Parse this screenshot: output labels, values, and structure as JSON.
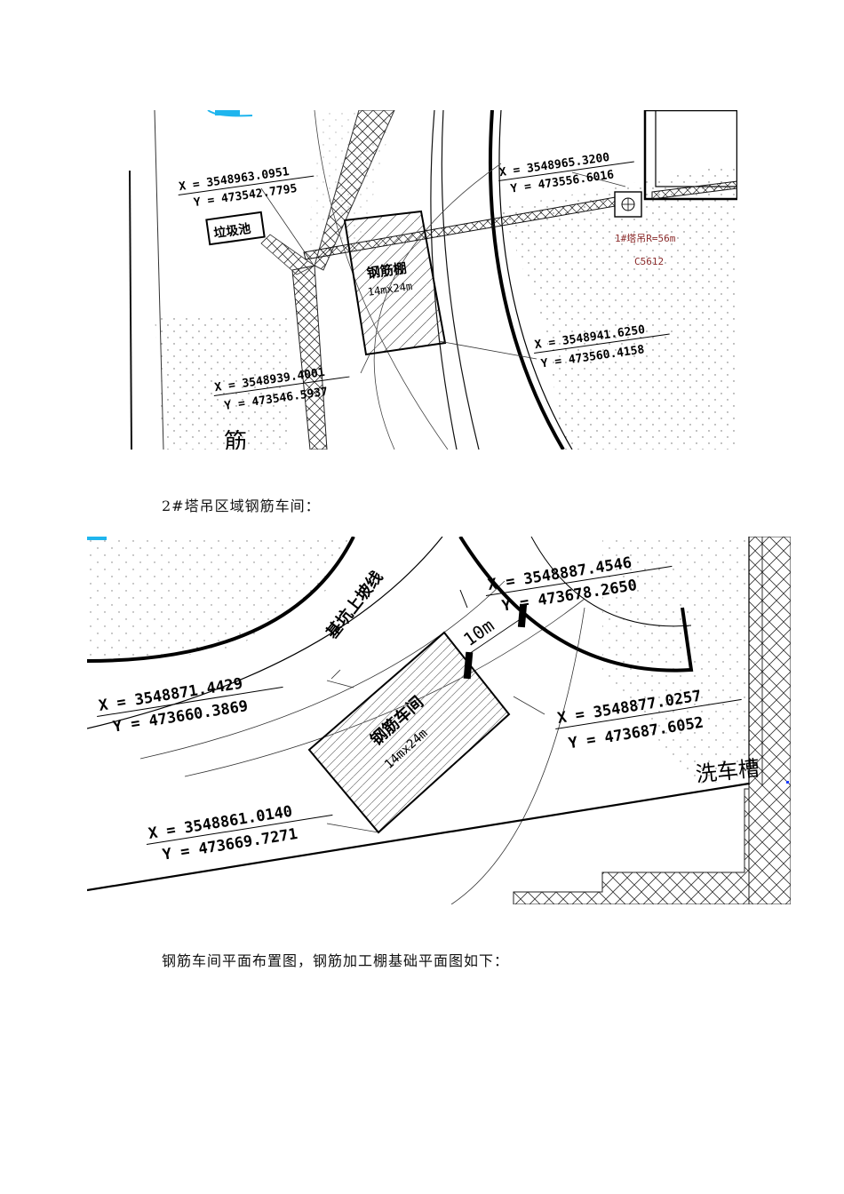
{
  "figure1": {
    "coord_a": {
      "x": "X = 3548963.0951",
      "y": "Y = 473542.7795"
    },
    "coord_b": {
      "x": "X = 3548965.3200",
      "y": "Y = 473556.6016"
    },
    "coord_c": {
      "x": "X = 3548941.6250",
      "y": "Y = 473560.4158"
    },
    "coord_d": {
      "x": "X = 3548939.4001",
      "y": "Y = 473546.5937"
    },
    "garbage_pool": "垃圾池",
    "shed_name": "钢筋棚",
    "shed_size": "14mx24m",
    "crane_label": "1#塔吊R=56m",
    "crane_model": "C5612",
    "partial_text": "筋"
  },
  "caption1": "2#塔吊区域钢筋车间：",
  "figure2": {
    "coord_a": {
      "x": "X = 3548887.4546",
      "y": "Y = 473678.2650"
    },
    "coord_b": {
      "x": "X = 3548871.4429",
      "y": "Y = 473660.3869"
    },
    "coord_c": {
      "x": "X = 3548877.0257",
      "y": "Y = 473687.6052"
    },
    "coord_d": {
      "x": "X = 3548861.0140",
      "y": "Y = 473669.7271"
    },
    "slope_line": "基坑上坡线",
    "distance": "10m",
    "workshop_name": "钢筋车间",
    "workshop_size": "14mx24m",
    "car_wash": "洗车槽"
  },
  "caption2": "钢筋车间平面布置图，钢筋加工棚基础平面图如下："
}
